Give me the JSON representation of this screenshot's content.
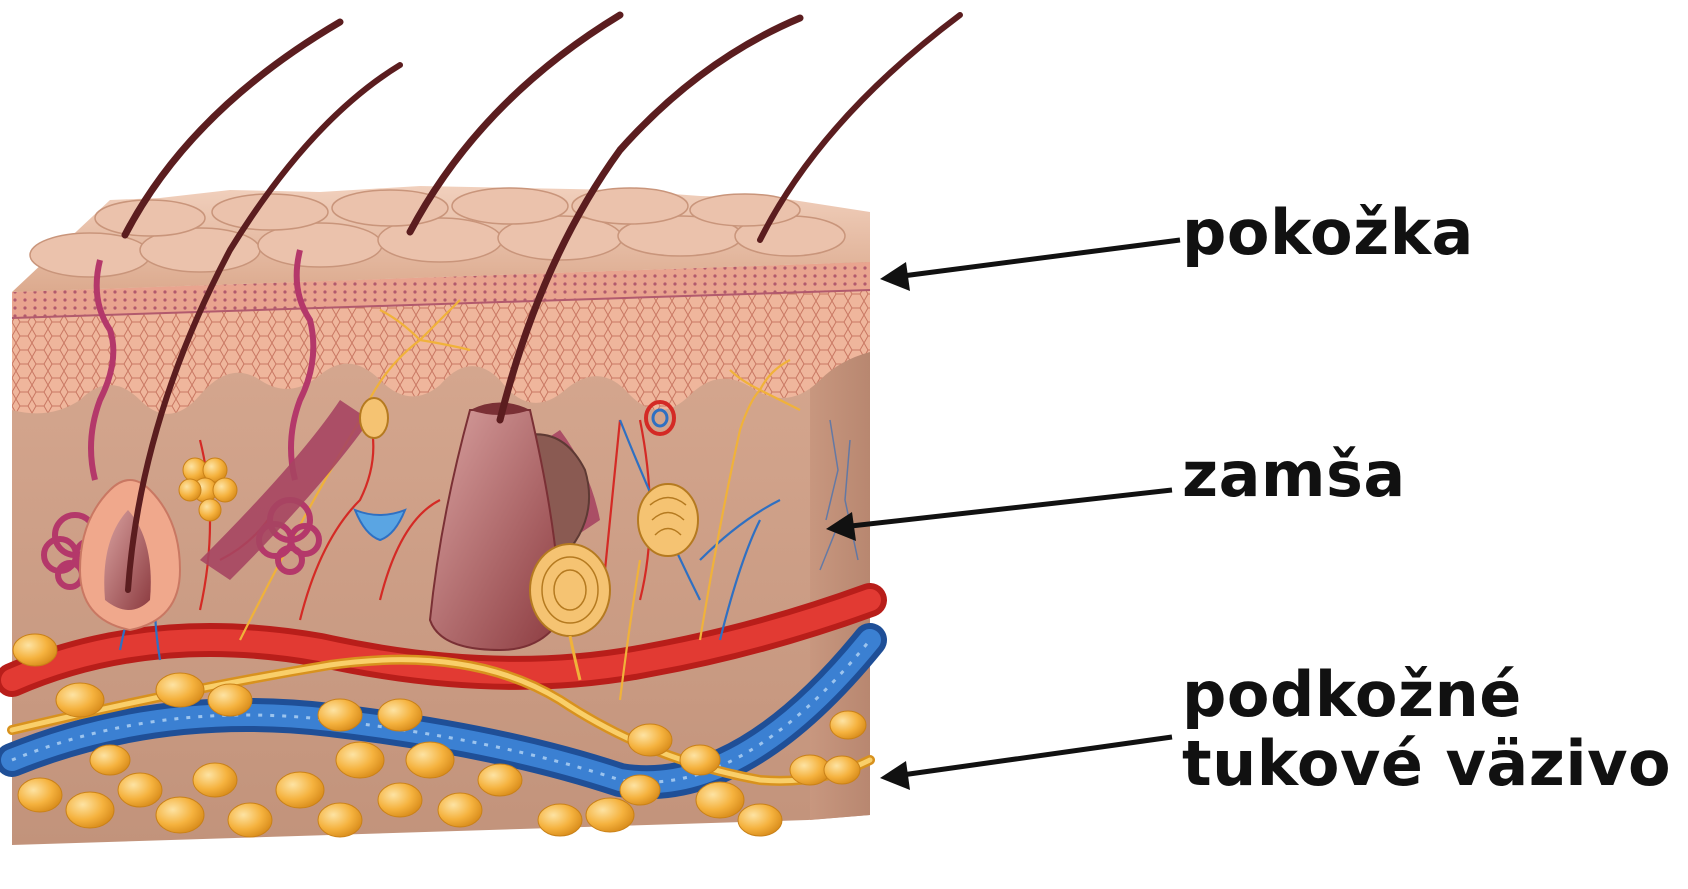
{
  "labels": {
    "epidermis": "pokožka",
    "dermis": "zamša",
    "hypodermis_line1": "podkožné",
    "hypodermis_line2": "tukové väzivo"
  },
  "colors": {
    "skin_surface": "#e2b39a",
    "epidermis_cells": "#edae92",
    "dermis": "#c99a82",
    "hair": "#5b1d1f",
    "artery": "#d42a25",
    "vein": "#2f70c2",
    "nerve": "#f2b43c",
    "fat": "#f5b23e",
    "gland": "#b4386a",
    "arrow": "#111111"
  }
}
